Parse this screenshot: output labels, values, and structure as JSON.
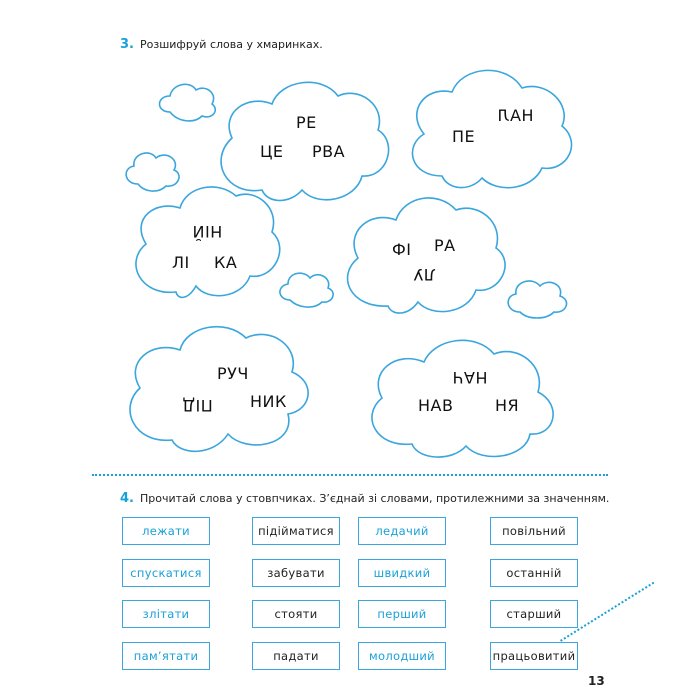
{
  "task3": {
    "number": "3.",
    "instruction": "Розшифруй слова у хмаринках."
  },
  "clouds": [
    {
      "syllables": [
        "РЕ",
        "ЦЕ",
        "РВА"
      ]
    },
    {
      "syllables": [
        "ПЕ",
        "НАЛ"
      ]
    },
    {
      "syllables": [
        "НІЙ",
        "ЛІ",
        "КА"
      ]
    },
    {
      "syllables": [
        "ФІ",
        "РА",
        "ЛУ"
      ]
    },
    {
      "syllables": [
        "РУЧ",
        "ПІД",
        "НИК"
      ]
    },
    {
      "syllables": [
        "НАЧ",
        "НАВ",
        "НЯ"
      ]
    }
  ],
  "task4": {
    "number": "4.",
    "instruction": "Прочитай слова у стовпчиках. З’єднай зі словами, протилежними за значенням.",
    "columns": [
      {
        "color": "blue",
        "words": [
          "лежати",
          "спускатися",
          "злітати",
          "пам’ятати"
        ]
      },
      {
        "color": "black",
        "words": [
          "підійматися",
          "забувати",
          "стояти",
          "падати"
        ]
      },
      {
        "color": "blue",
        "words": [
          "ледачий",
          "швидкий",
          "перший",
          "молодший"
        ]
      },
      {
        "color": "black",
        "words": [
          "повільний",
          "останній",
          "старший",
          "працьовитий"
        ]
      }
    ]
  },
  "page_number": "13",
  "colors": {
    "accent": "#1aa0d8",
    "cloud_stroke": "#3aa6dd"
  }
}
